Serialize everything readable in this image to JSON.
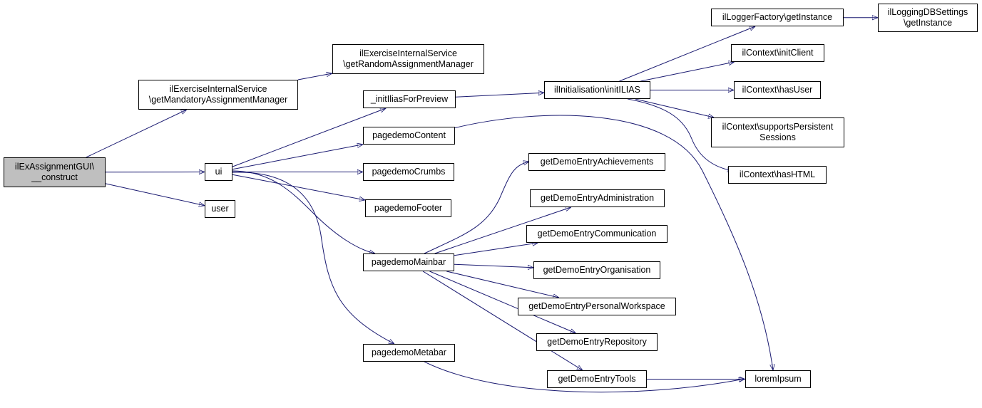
{
  "nodes": {
    "root": [
      "ilExAssignmentGUI\\",
      "__construct"
    ],
    "getMandatory": [
      "ilExerciseInternalService",
      "\\getMandatoryAssignmentManager"
    ],
    "getRandom": [
      "ilExerciseInternalService",
      "\\getRandomAssignmentManager"
    ],
    "ui": [
      "ui"
    ],
    "user": [
      "user"
    ],
    "initIliasForPreview": [
      "_initIliasForPreview"
    ],
    "pagedemoContent": [
      "pagedemoContent"
    ],
    "pagedemoCrumbs": [
      "pagedemoCrumbs"
    ],
    "pagedemoFooter": [
      "pagedemoFooter"
    ],
    "pagedemoMainbar": [
      "pagedemoMainbar"
    ],
    "pagedemoMetabar": [
      "pagedemoMetabar"
    ],
    "initILIAS": [
      "ilInitialisation\\initILIAS"
    ],
    "loggerFactory": [
      "ilLoggerFactory\\getInstance"
    ],
    "loggingDB": [
      "ilLoggingDBSettings",
      "\\getInstance"
    ],
    "initClient": [
      "ilContext\\initClient"
    ],
    "hasUser": [
      "ilContext\\hasUser"
    ],
    "supportsSessions": [
      "ilContext\\supportsPersistent",
      "Sessions"
    ],
    "hasHTML": [
      "ilContext\\hasHTML"
    ],
    "achievements": [
      "getDemoEntryAchievements"
    ],
    "administration": [
      "getDemoEntryAdministration"
    ],
    "communication": [
      "getDemoEntryCommunication"
    ],
    "organisation": [
      "getDemoEntryOrganisation"
    ],
    "personalWorkspace": [
      "getDemoEntryPersonalWorkspace"
    ],
    "repository": [
      "getDemoEntryRepository"
    ],
    "tools": [
      "getDemoEntryTools"
    ],
    "loremIpsum": [
      "loremIpsum"
    ]
  },
  "edges": [
    [
      "root",
      "getMandatory"
    ],
    [
      "root",
      "ui"
    ],
    [
      "root",
      "user"
    ],
    [
      "getMandatory",
      "getRandom"
    ],
    [
      "ui",
      "initIliasForPreview"
    ],
    [
      "ui",
      "pagedemoContent"
    ],
    [
      "ui",
      "pagedemoCrumbs"
    ],
    [
      "ui",
      "pagedemoFooter"
    ],
    [
      "ui",
      "pagedemoMainbar"
    ],
    [
      "ui",
      "pagedemoMetabar"
    ],
    [
      "initIliasForPreview",
      "initILIAS"
    ],
    [
      "initILIAS",
      "loggerFactory"
    ],
    [
      "initILIAS",
      "initClient"
    ],
    [
      "initILIAS",
      "hasUser"
    ],
    [
      "initILIAS",
      "supportsSessions"
    ],
    [
      "initILIAS",
      "hasHTML"
    ],
    [
      "loggerFactory",
      "loggingDB"
    ],
    [
      "pagedemoContent",
      "loremIpsum"
    ],
    [
      "pagedemoMainbar",
      "achievements"
    ],
    [
      "pagedemoMainbar",
      "administration"
    ],
    [
      "pagedemoMainbar",
      "communication"
    ],
    [
      "pagedemoMainbar",
      "organisation"
    ],
    [
      "pagedemoMainbar",
      "personalWorkspace"
    ],
    [
      "pagedemoMainbar",
      "repository"
    ],
    [
      "pagedemoMainbar",
      "tools"
    ],
    [
      "pagedemoMetabar",
      "loremIpsum"
    ],
    [
      "tools",
      "loremIpsum"
    ]
  ],
  "colors": {
    "edge": "#191970",
    "root_fill": "#bfbfbf",
    "node_fill": "#ffffff",
    "node_border": "#000000"
  }
}
